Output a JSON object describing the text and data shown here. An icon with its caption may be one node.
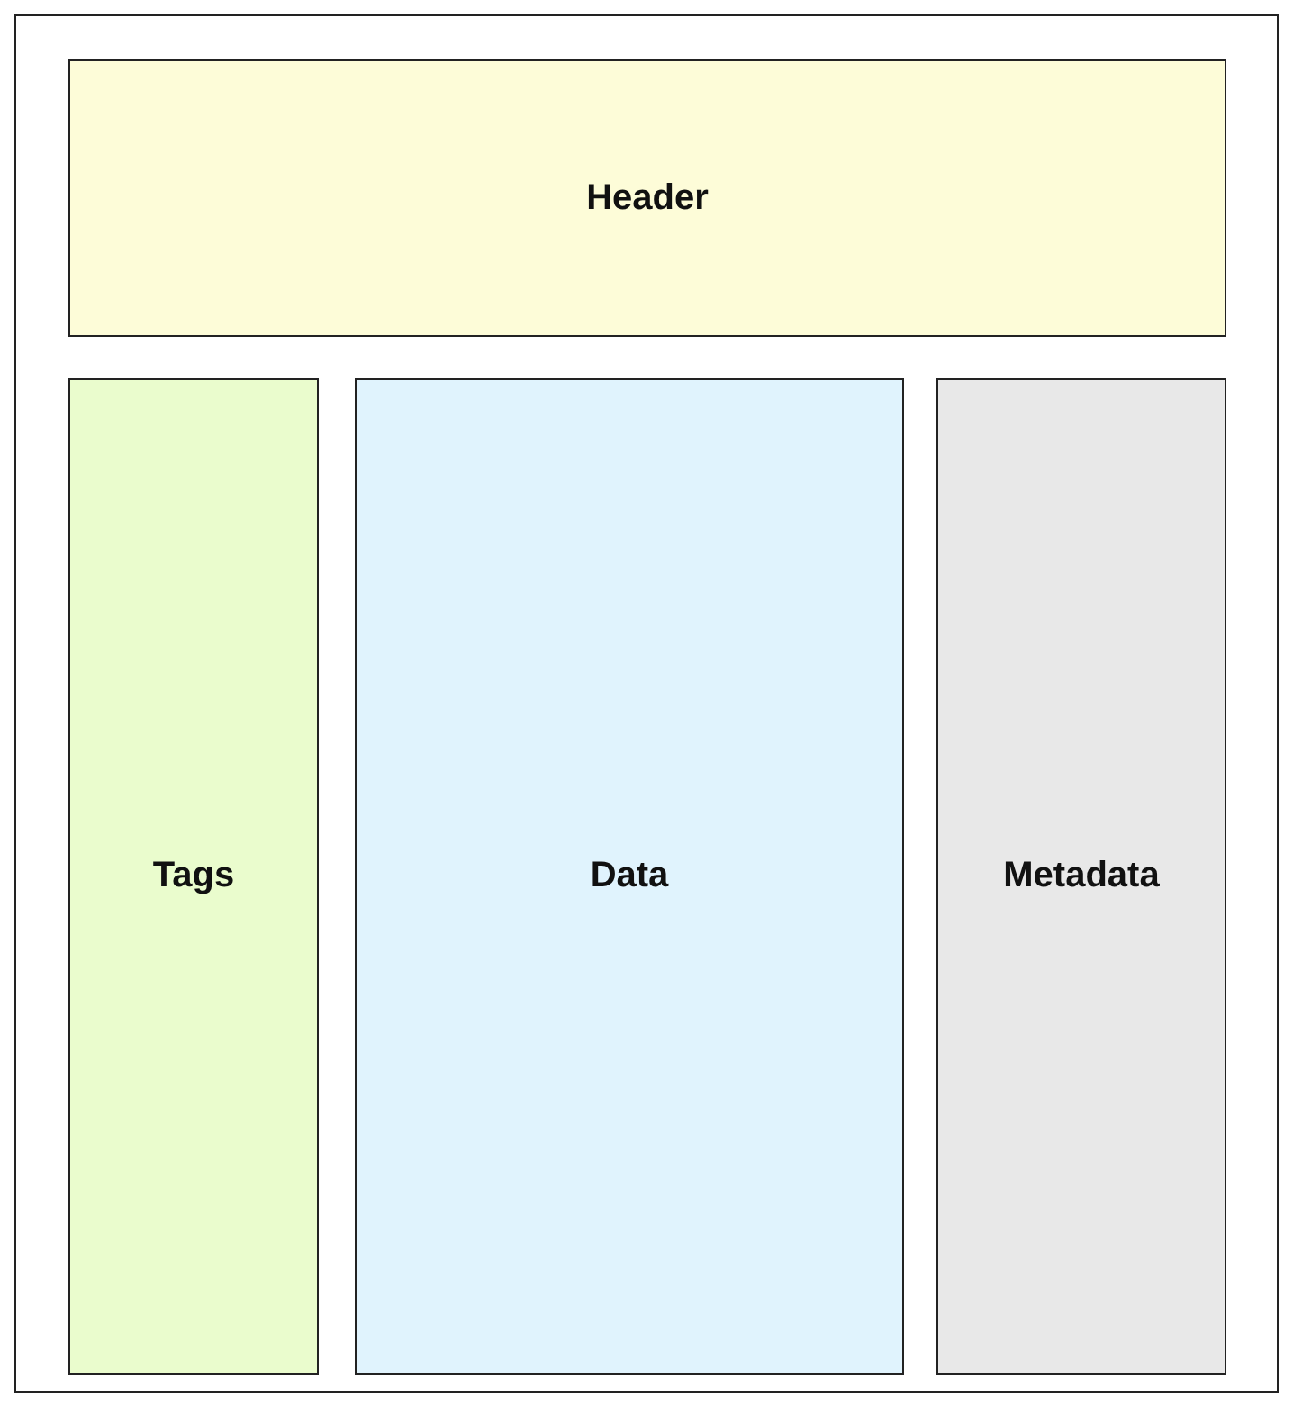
{
  "diagram": {
    "nodes": [
      {
        "text": [],
        "shape": "box"
      },
      {
        "text": [
          "Header"
        ],
        "in": 0
      },
      {
        "text": [
          "Tags"
        ],
        "in": 0
      },
      {
        "text": [
          "Data"
        ],
        "in": 0
      },
      {
        "text": [
          "Metadata"
        ],
        "in": 0
      }
    ]
  }
}
